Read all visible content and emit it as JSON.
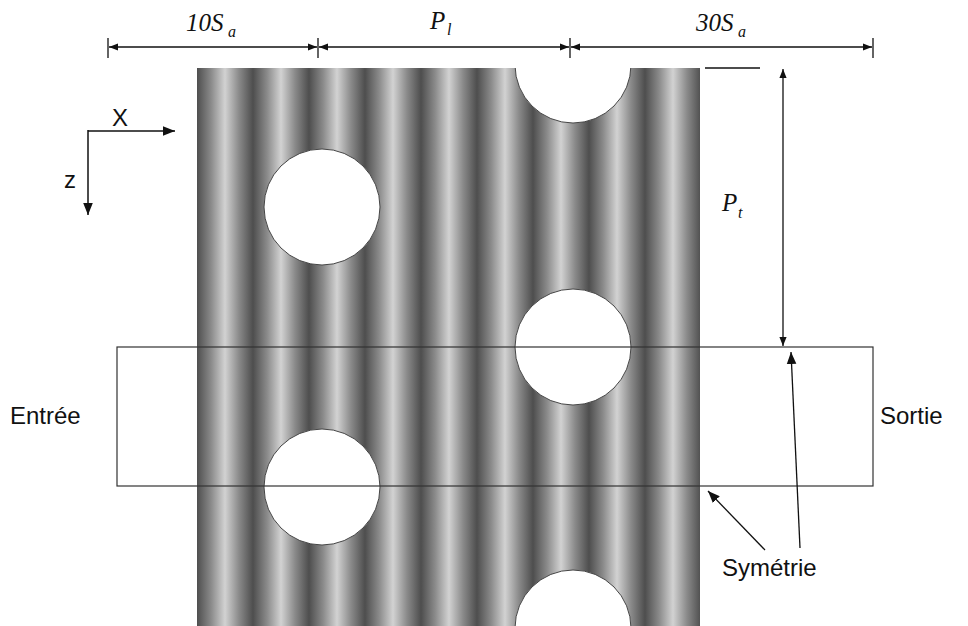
{
  "diagram": {
    "labels": [
      "10S",
      "a",
      "P",
      "l",
      "30S",
      "a",
      "P",
      "t",
      "X",
      "z",
      "Entrée",
      "Sortie",
      "Symétrie"
    ]
  }
}
